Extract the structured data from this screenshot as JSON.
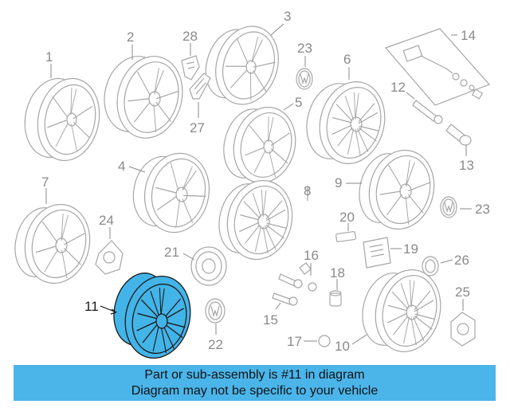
{
  "callouts": {
    "c1": "1",
    "c2": "2",
    "c3": "3",
    "c4": "4",
    "c5": "5",
    "c6": "6",
    "c7": "7",
    "c8": "8",
    "c9": "9",
    "c10": "10",
    "c11": "11",
    "c12": "12",
    "c13": "13",
    "c14": "14",
    "c15": "15",
    "c16": "16",
    "c17": "17",
    "c18": "18",
    "c19": "19",
    "c20": "20",
    "c21": "21",
    "c22": "22",
    "c23a": "23",
    "c23b": "23",
    "c24": "24",
    "c25": "25",
    "c26": "26",
    "c27": "27",
    "c28": "28"
  },
  "highlighted_part": "11",
  "colors": {
    "highlight": "#43b4e8",
    "banner": "#4bb5ea",
    "line_art": "#a6a6a6"
  },
  "banner": {
    "line1": "Part or sub-assembly is #11 in diagram",
    "line2": "Diagram may not be specific to your vehicle"
  }
}
